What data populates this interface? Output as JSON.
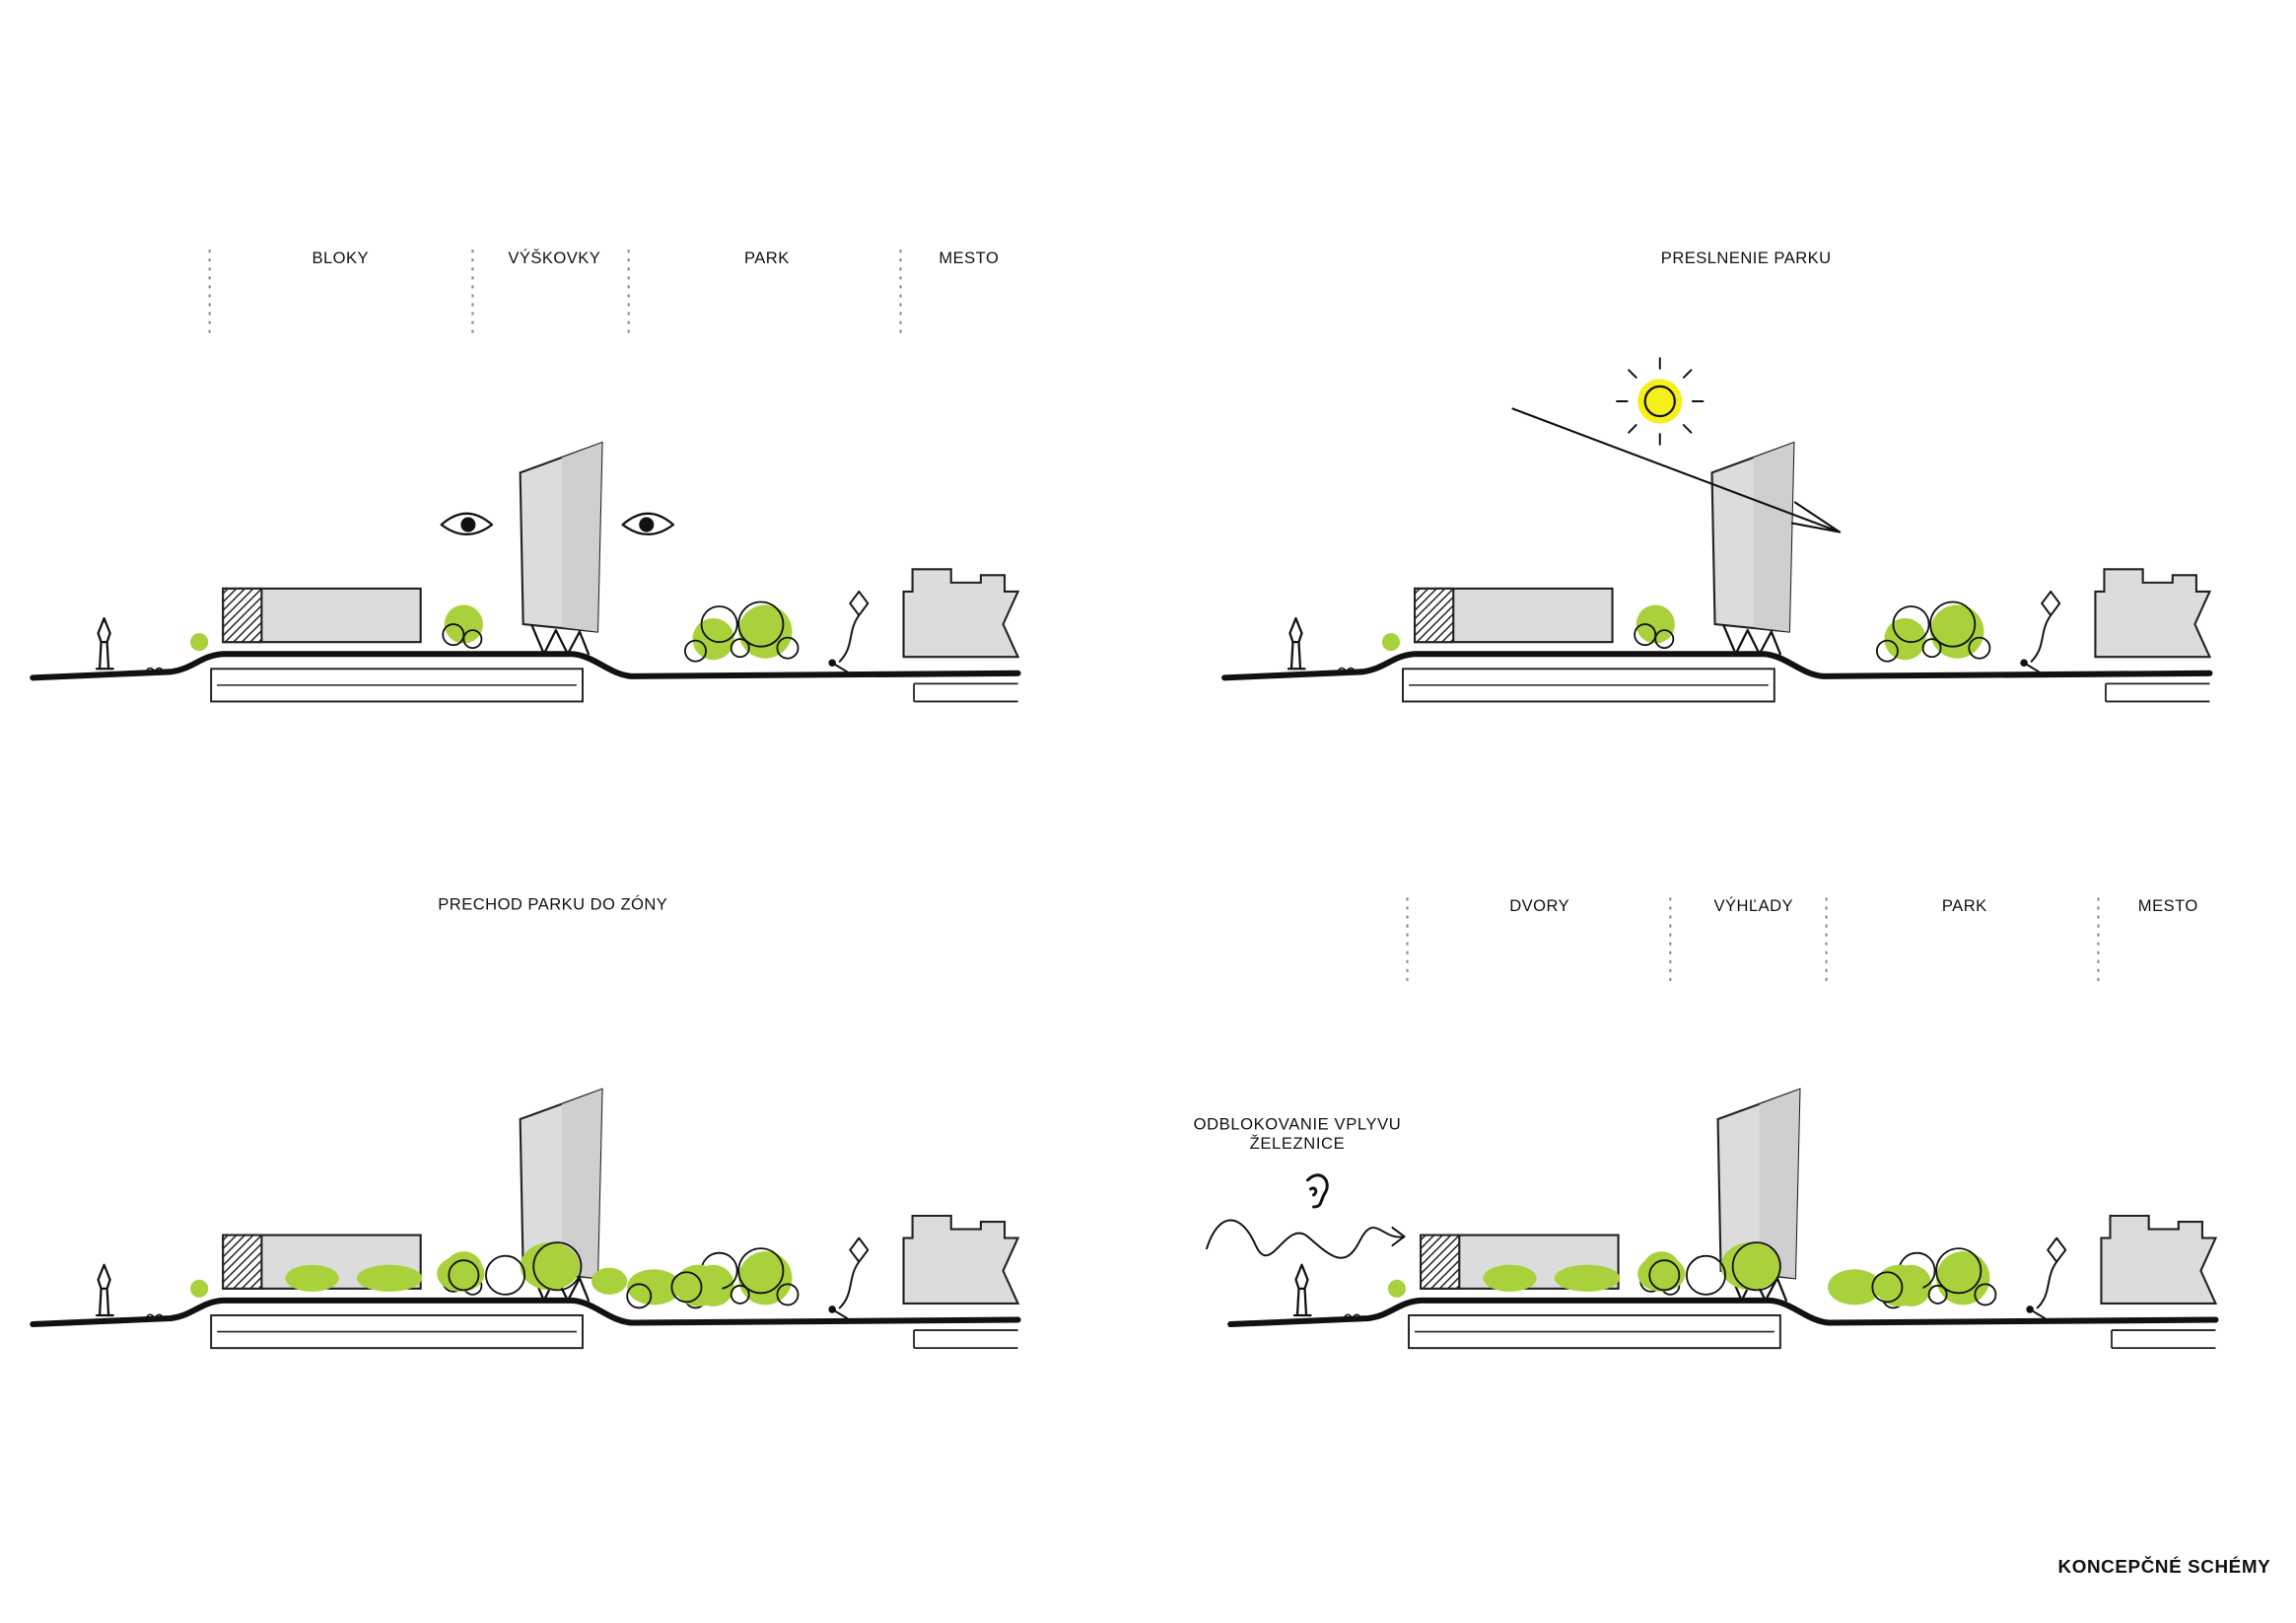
{
  "panels": [
    {
      "zones": [
        "BLOKY",
        "VÝŠKOVKY",
        "PARK",
        "MESTO"
      ]
    },
    {
      "title": "PRESLNENIE PARKU"
    },
    {
      "title": "PRECHOD PARKU DO ZÓNY"
    },
    {
      "zones": [
        "DVORY",
        "VÝHĽADY",
        "PARK",
        "MESTO"
      ],
      "note_line1": "ODBLOKOVANIE VPLYVU",
      "note_line2": "ŽELEZNICE"
    }
  ],
  "footer": {
    "title": "KONCEPČNÉ SCHÉMY"
  },
  "colors": {
    "green": "#a9d13b",
    "sun": "#f5ef1a",
    "building": "#dcdcdc"
  }
}
